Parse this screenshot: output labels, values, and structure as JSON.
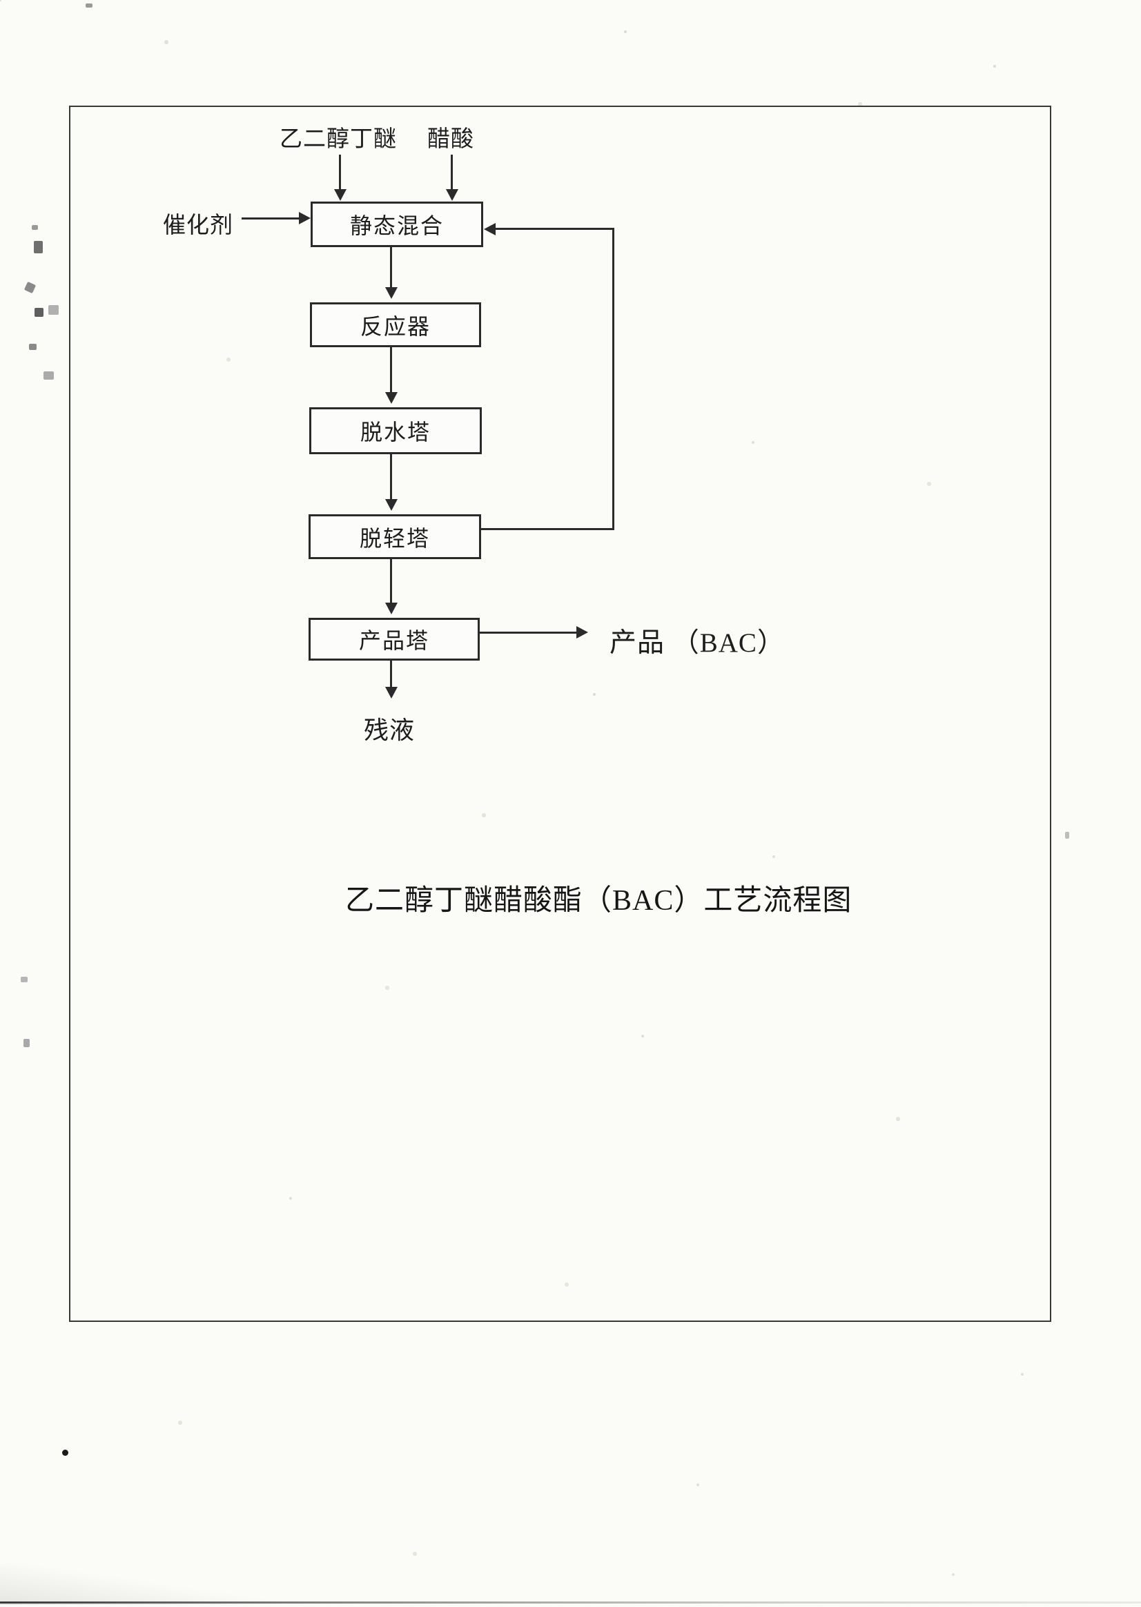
{
  "diagram": {
    "feeds": {
      "egbe": "乙二醇丁醚",
      "acetic_acid": "醋酸",
      "catalyst": "催化剂"
    },
    "nodes": {
      "static_mixer": "静态混合",
      "reactor": "反应器",
      "dehydration_tower": "脱水塔",
      "light_ends_tower": "脱轻塔",
      "product_tower": "产品塔"
    },
    "outputs": {
      "product": "产品 （BAC）",
      "residue": "残液"
    },
    "caption": "乙二醇丁醚醋酸酯（BAC）工艺流程图"
  },
  "colors": {
    "ink": "#2b2b2b",
    "box_border": "#2a2a2a",
    "paper": "#fbfbf8"
  }
}
